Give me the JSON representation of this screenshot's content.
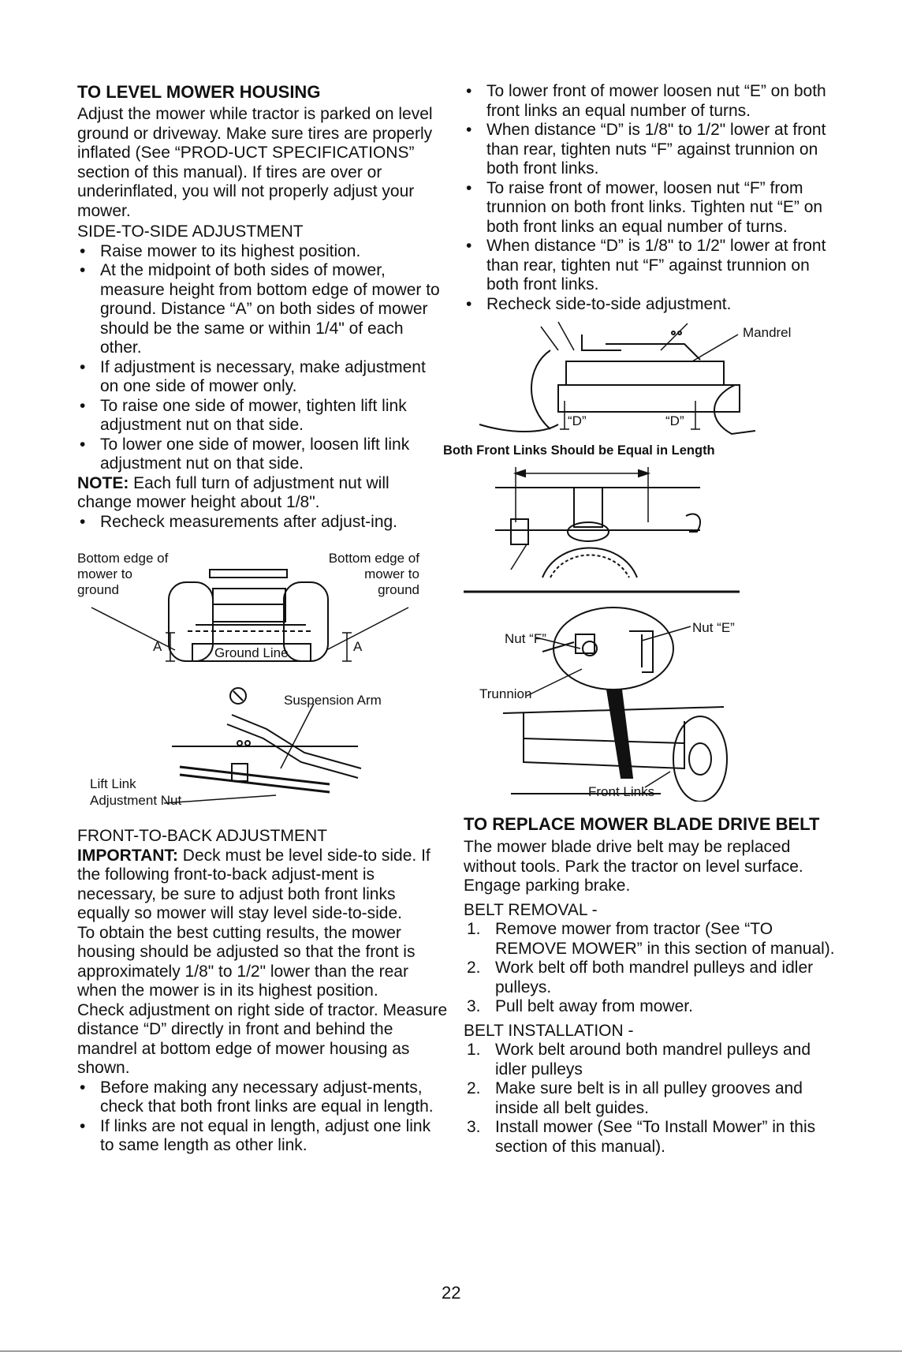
{
  "left": {
    "level_heading": "TO LEVEL MOWER HOUSING",
    "level_intro": "Adjust the mower while tractor is parked on level ground or driveway. Make sure tires are properly inflated (See “PROD-UCT SPECIFICATIONS” section of this manual). If tires are over or underinflated, you will not properly adjust your mower.",
    "side_heading": "SIDE-TO-SIDE ADJUSTMENT",
    "side_bullets": [
      "Raise mower to its highest position.",
      "At the midpoint of both sides of mower, measure height from bottom edge of mower to ground. Distance “A” on both sides of mower should be the same or within 1/4\" of each other.",
      "If adjustment is necessary, make adjustment on one side of mower only.",
      "To raise one side of mower, tighten lift link adjustment nut on that side.",
      "To lower one side of mower, loosen lift link adjustment nut on that side."
    ],
    "note_label": "NOTE:",
    "note_text": " Each full turn of adjustment nut will change mower height about 1/8\".",
    "recheck_bullet": "Recheck measurements after adjust-ing.",
    "fig1": {
      "left_label_1": "Bottom edge of",
      "left_label_2": "mower to",
      "left_label_3": "ground",
      "right_label_1": "Bottom edge of",
      "right_label_2": "mower to",
      "right_label_3": "ground",
      "ground_line": "Ground Line",
      "a_left": "A",
      "a_right": "A"
    },
    "fig2": {
      "suspension_arm": "Suspension Arm",
      "lift_link_1": "Lift Link",
      "lift_link_2": "Adjustment Nut"
    },
    "front_heading": "FRONT-TO-BACK ADJUSTMENT",
    "important_label": "IMPORTANT:",
    "important_text": " Deck must be level side-to side. If the following front-to-back adjust-ment is necessary, be sure to adjust both front links equally so mower will stay level side-to-side.",
    "best_results": "To obtain the best cutting results, the mower housing should be adjusted so that the front is approximately 1/8\" to 1/2\" lower than the rear when the mower is in its highest position.",
    "check_adjustment": "Check adjustment on right side of tractor. Measure distance “D” directly in front and behind the mandrel at bottom edge of mower housing as shown.",
    "front_bullets": [
      "Before making any necessary adjust-ments, check that both front links are equal in length.",
      "If links are not equal in length, adjust one link to same length as other link."
    ]
  },
  "right": {
    "top_bullets": [
      "To lower front of mower loosen nut “E” on both front links an equal number of turns.",
      "When distance “D” is 1/8\" to 1/2\" lower at front than rear, tighten nuts “F” against trunnion on both front links.",
      "To raise front of mower, loosen nut “F” from trunnion on both front links. Tighten nut “E” on both front links an equal number of turns.",
      "When distance “D” is 1/8\" to 1/2\" lower at front than rear, tighten nut “F” against trunnion on both front links.",
      "Recheck side-to-side adjustment."
    ],
    "fig3": {
      "mandrel": "Mandrel",
      "d_left": "“D”",
      "d_right": "“D”"
    },
    "fig4_caption": "Both Front Links Should be Equal in Length",
    "fig5": {
      "nut_f": "Nut “F”",
      "nut_e": "Nut “E”",
      "trunnion": "Trunnion",
      "front_links": "Front Links"
    },
    "belt_heading": "TO REPLACE MOWER BLADE DRIVE BELT",
    "belt_intro": "The mower blade drive belt may be replaced without tools. Park the tractor on level surface. Engage parking brake.",
    "removal_heading": "BELT REMOVAL -",
    "removal_steps": [
      {
        "n": "1.",
        "text": "Remove mower from tractor (See “TO REMOVE MOWER” in this section of manual)."
      },
      {
        "n": "2.",
        "text": "Work belt off both mandrel pulleys and idler pulleys."
      },
      {
        "n": "3.",
        "text": "Pull belt away from mower."
      }
    ],
    "install_heading": "BELT INSTALLATION -",
    "install_steps": [
      {
        "n": "1.",
        "text": "Work belt around both mandrel pulleys and idler pulleys"
      },
      {
        "n": "2.",
        "text": "Make sure belt is in all pulley grooves and inside all belt guides."
      },
      {
        "n": "3.",
        "text": "Install mower (See “To Install Mower” in this section of this manual)."
      }
    ]
  },
  "page_number": "22"
}
